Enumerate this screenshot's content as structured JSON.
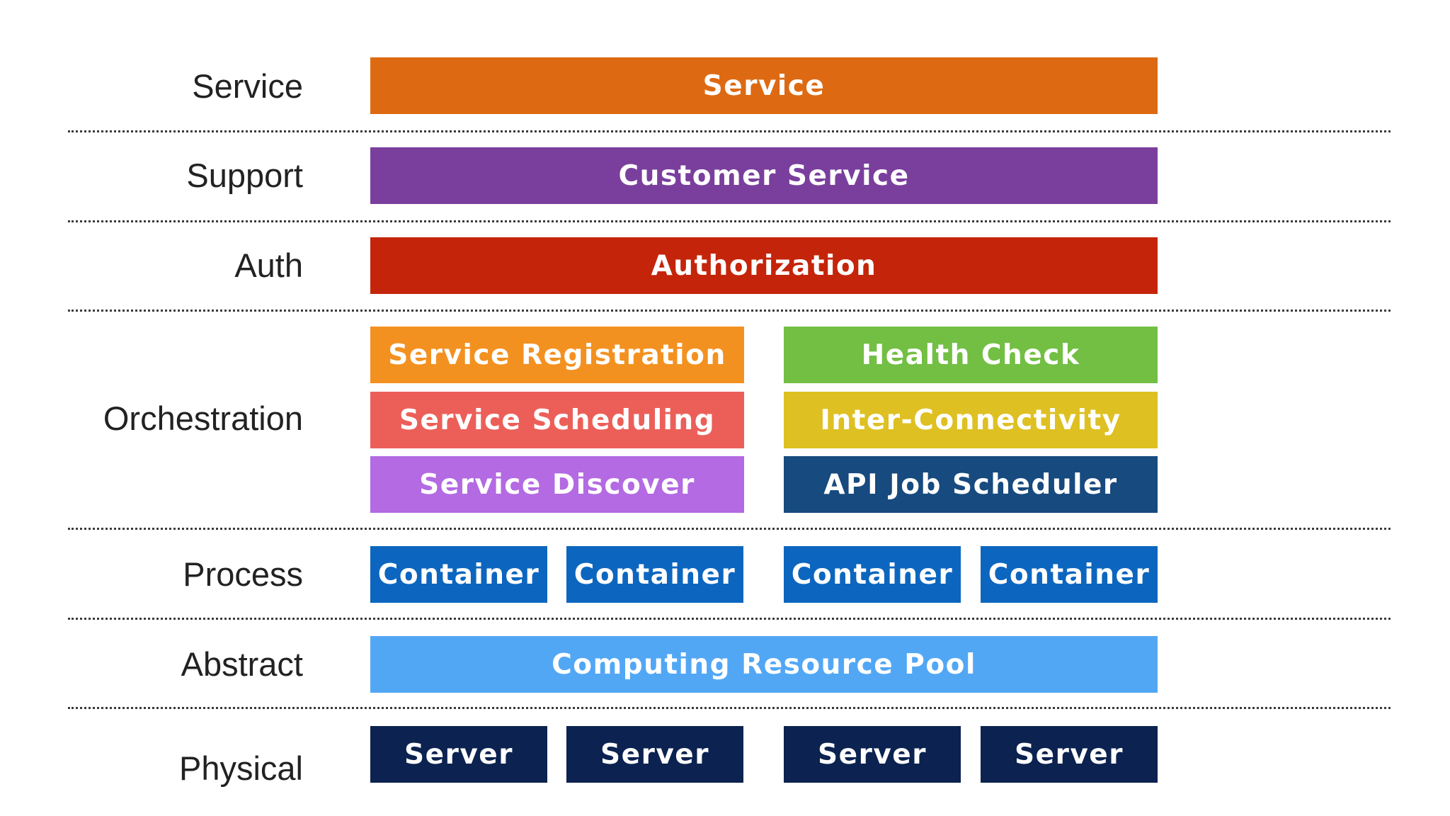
{
  "layers": {
    "service": "Service",
    "support": "Support",
    "auth": "Auth",
    "orchestration": "Orchestration",
    "process": "Process",
    "abstract": "Abstract",
    "physical": "Physical"
  },
  "blocks": {
    "service": "Service",
    "customer_service": "Customer Service",
    "authorization": "Authorization",
    "service_registration": "Service Registration",
    "health_check": "Health Check",
    "service_scheduling": "Service Scheduling",
    "inter_connectivity": "Inter-Connectivity",
    "service_discover": "Service Discover",
    "api_job_scheduler": "API Job Scheduler",
    "containers": [
      "Container",
      "Container",
      "Container",
      "Container"
    ],
    "computing_resource_pool": "Computing Resource Pool",
    "servers": [
      "Server",
      "Server",
      "Server",
      "Server"
    ]
  },
  "colors": {
    "service": "#DD6A12",
    "customer_service": "#7A3F9D",
    "authorization": "#C4250A",
    "service_registration": "#F39120",
    "health_check": "#72BF44",
    "service_scheduling": "#EC5F59",
    "inter_connectivity": "#DEC022",
    "service_discover": "#B36AE2",
    "api_job_scheduler": "#174A7E",
    "container": "#0C66BF",
    "computing_resource_pool": "#52A7F5",
    "server": "#0C2250"
  }
}
